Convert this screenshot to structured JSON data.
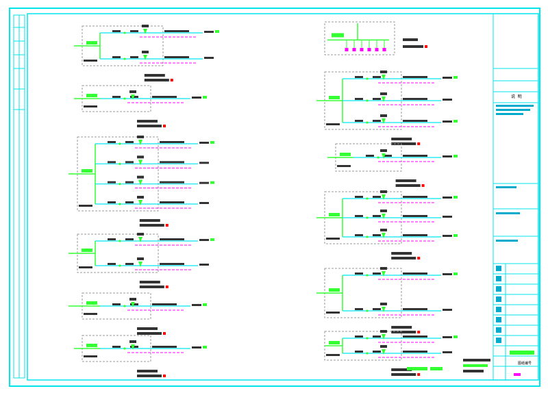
{
  "colors": {
    "frame": "#00e5ee",
    "bus": "#33ff33",
    "feeder": "#00e5ee",
    "magenta": "#ff00ff",
    "green": "#33ff33",
    "red": "#ff0000",
    "dashed_box": "#9a9a9a",
    "text": "#000000"
  },
  "title_block": {
    "label_top": "说 明",
    "label_red": "图纸编号"
  },
  "panels_left": [
    {
      "id": "L1",
      "feeders": 2
    },
    {
      "id": "L2",
      "feeders": 1
    },
    {
      "id": "L3",
      "feeders": 4
    },
    {
      "id": "L4",
      "feeders": 2
    },
    {
      "id": "L5",
      "feeders": 1
    },
    {
      "id": "L6",
      "feeders": 1
    }
  ],
  "panels_right": [
    {
      "id": "R1",
      "feeders": 6
    },
    {
      "id": "R2",
      "feeders": 3
    },
    {
      "id": "R3",
      "feeders": 1
    },
    {
      "id": "R4",
      "feeders": 3
    },
    {
      "id": "R5",
      "feeders": 2
    },
    {
      "id": "R6",
      "feeders": 2
    }
  ]
}
